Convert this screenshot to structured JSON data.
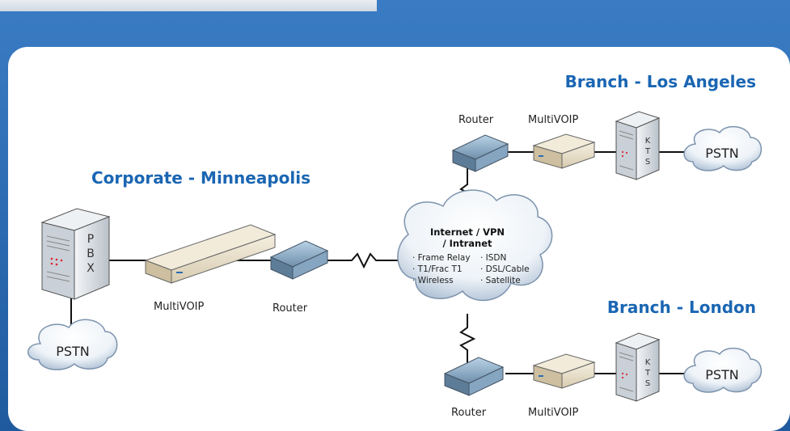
{
  "regions": {
    "corporate": "Corporate - Minneapolis",
    "los_angeles": "Branch - Los Angeles",
    "london": "Branch - London"
  },
  "devices": {
    "multivoip": "MultiVOIP",
    "router": "Router",
    "pstn": "PSTN",
    "pbx": [
      "P",
      "B",
      "X"
    ],
    "kts": [
      "K",
      "T",
      "S"
    ]
  },
  "cloud": {
    "title_line1": "Internet / VPN",
    "title_line2": "/ Intranet",
    "items": [
      "· Frame Relay",
      "· ISDN",
      "· T1/Frac T1",
      "· DSL/Cable",
      "· Wireless",
      "· Satellite"
    ]
  },
  "colors": {
    "accent": "#1a66b3",
    "frame": "#1f4f8a"
  }
}
